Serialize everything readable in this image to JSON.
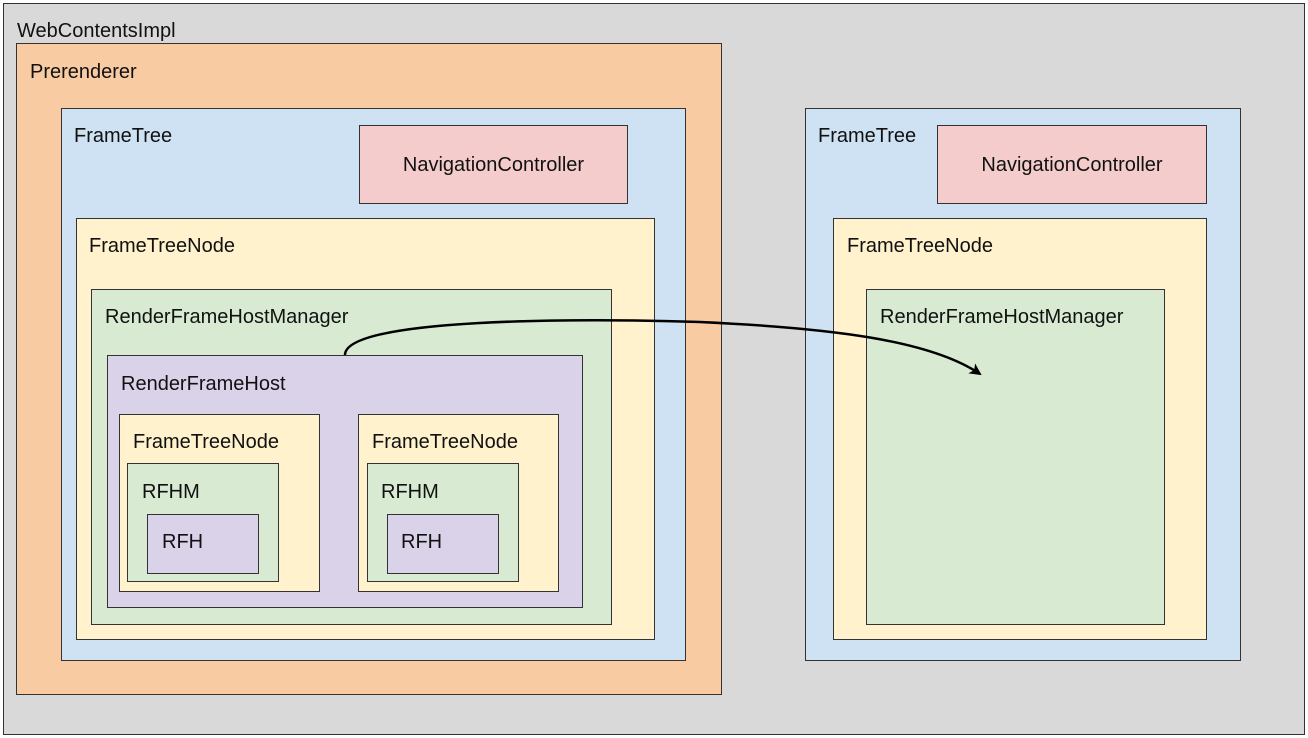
{
  "colors": {
    "webcontents": "#d9d9d9",
    "prerenderer": "#f8cba3",
    "frametree": "#cfe2f3",
    "navcontroller": "#f4cccc",
    "frametreenode": "#fff2cc",
    "rfhm": "#d9ead3",
    "rfh": "#d9d2e9",
    "border": "#333333",
    "arrow": "#000000"
  },
  "web_contents": {
    "label": "WebContentsImpl"
  },
  "prerenderer": {
    "label": "Prerenderer",
    "frame_tree": {
      "label": "FrameTree",
      "navigation_controller": "NavigationController",
      "frame_tree_node": {
        "label": "FrameTreeNode",
        "rfhm": {
          "label": "RenderFrameHostManager",
          "rfh": {
            "label": "RenderFrameHost",
            "children": [
              {
                "label": "FrameTreeNode",
                "rfhm": "RFHM",
                "rfh": "RFH"
              },
              {
                "label": "FrameTreeNode",
                "rfhm": "RFHM",
                "rfh": "RFH"
              }
            ]
          }
        }
      }
    }
  },
  "primary_frame_tree": {
    "label": "FrameTree",
    "navigation_controller": "NavigationController",
    "frame_tree_node": {
      "label": "FrameTreeNode",
      "rfhm": {
        "label": "RenderFrameHostManager"
      }
    }
  }
}
